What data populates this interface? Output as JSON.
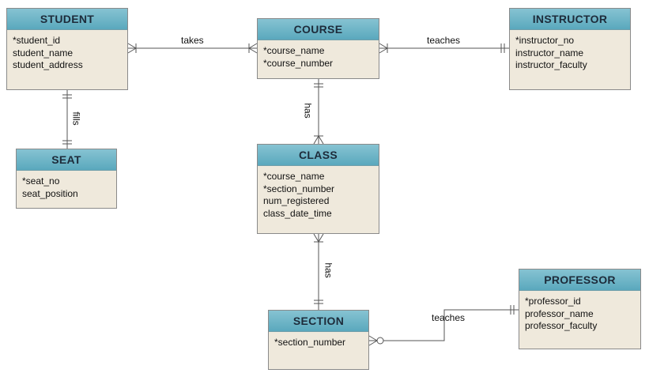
{
  "entities": {
    "student": {
      "title": "STUDENT",
      "attributes": [
        "*student_id",
        "student_name",
        "student_address"
      ]
    },
    "course": {
      "title": "COURSE",
      "attributes": [
        "*course_name",
        "*course_number"
      ]
    },
    "instructor": {
      "title": "INSTRUCTOR",
      "attributes": [
        "*instructor_no",
        "instructor_name",
        "instructor_faculty"
      ]
    },
    "seat": {
      "title": "SEAT",
      "attributes": [
        "*seat_no",
        "seat_position"
      ]
    },
    "class": {
      "title": "CLASS",
      "attributes": [
        "*course_name",
        "*section_number",
        "num_registered",
        "class_date_time"
      ]
    },
    "section": {
      "title": "SECTION",
      "attributes": [
        "*section_number"
      ]
    },
    "professor": {
      "title": "PROFESSOR",
      "attributes": [
        "*professor_id",
        "professor_name",
        "professor_faculty"
      ]
    }
  },
  "relationships": {
    "takes": "takes",
    "teaches_instructor": "teaches",
    "fills": "fills",
    "has_course_class": "has",
    "has_class_section": "has",
    "teaches_professor": "teaches"
  },
  "colors": {
    "header_top": "#86c3d2",
    "header_bottom": "#5aa8bd",
    "body": "#efe9dc",
    "line": "#555555"
  }
}
